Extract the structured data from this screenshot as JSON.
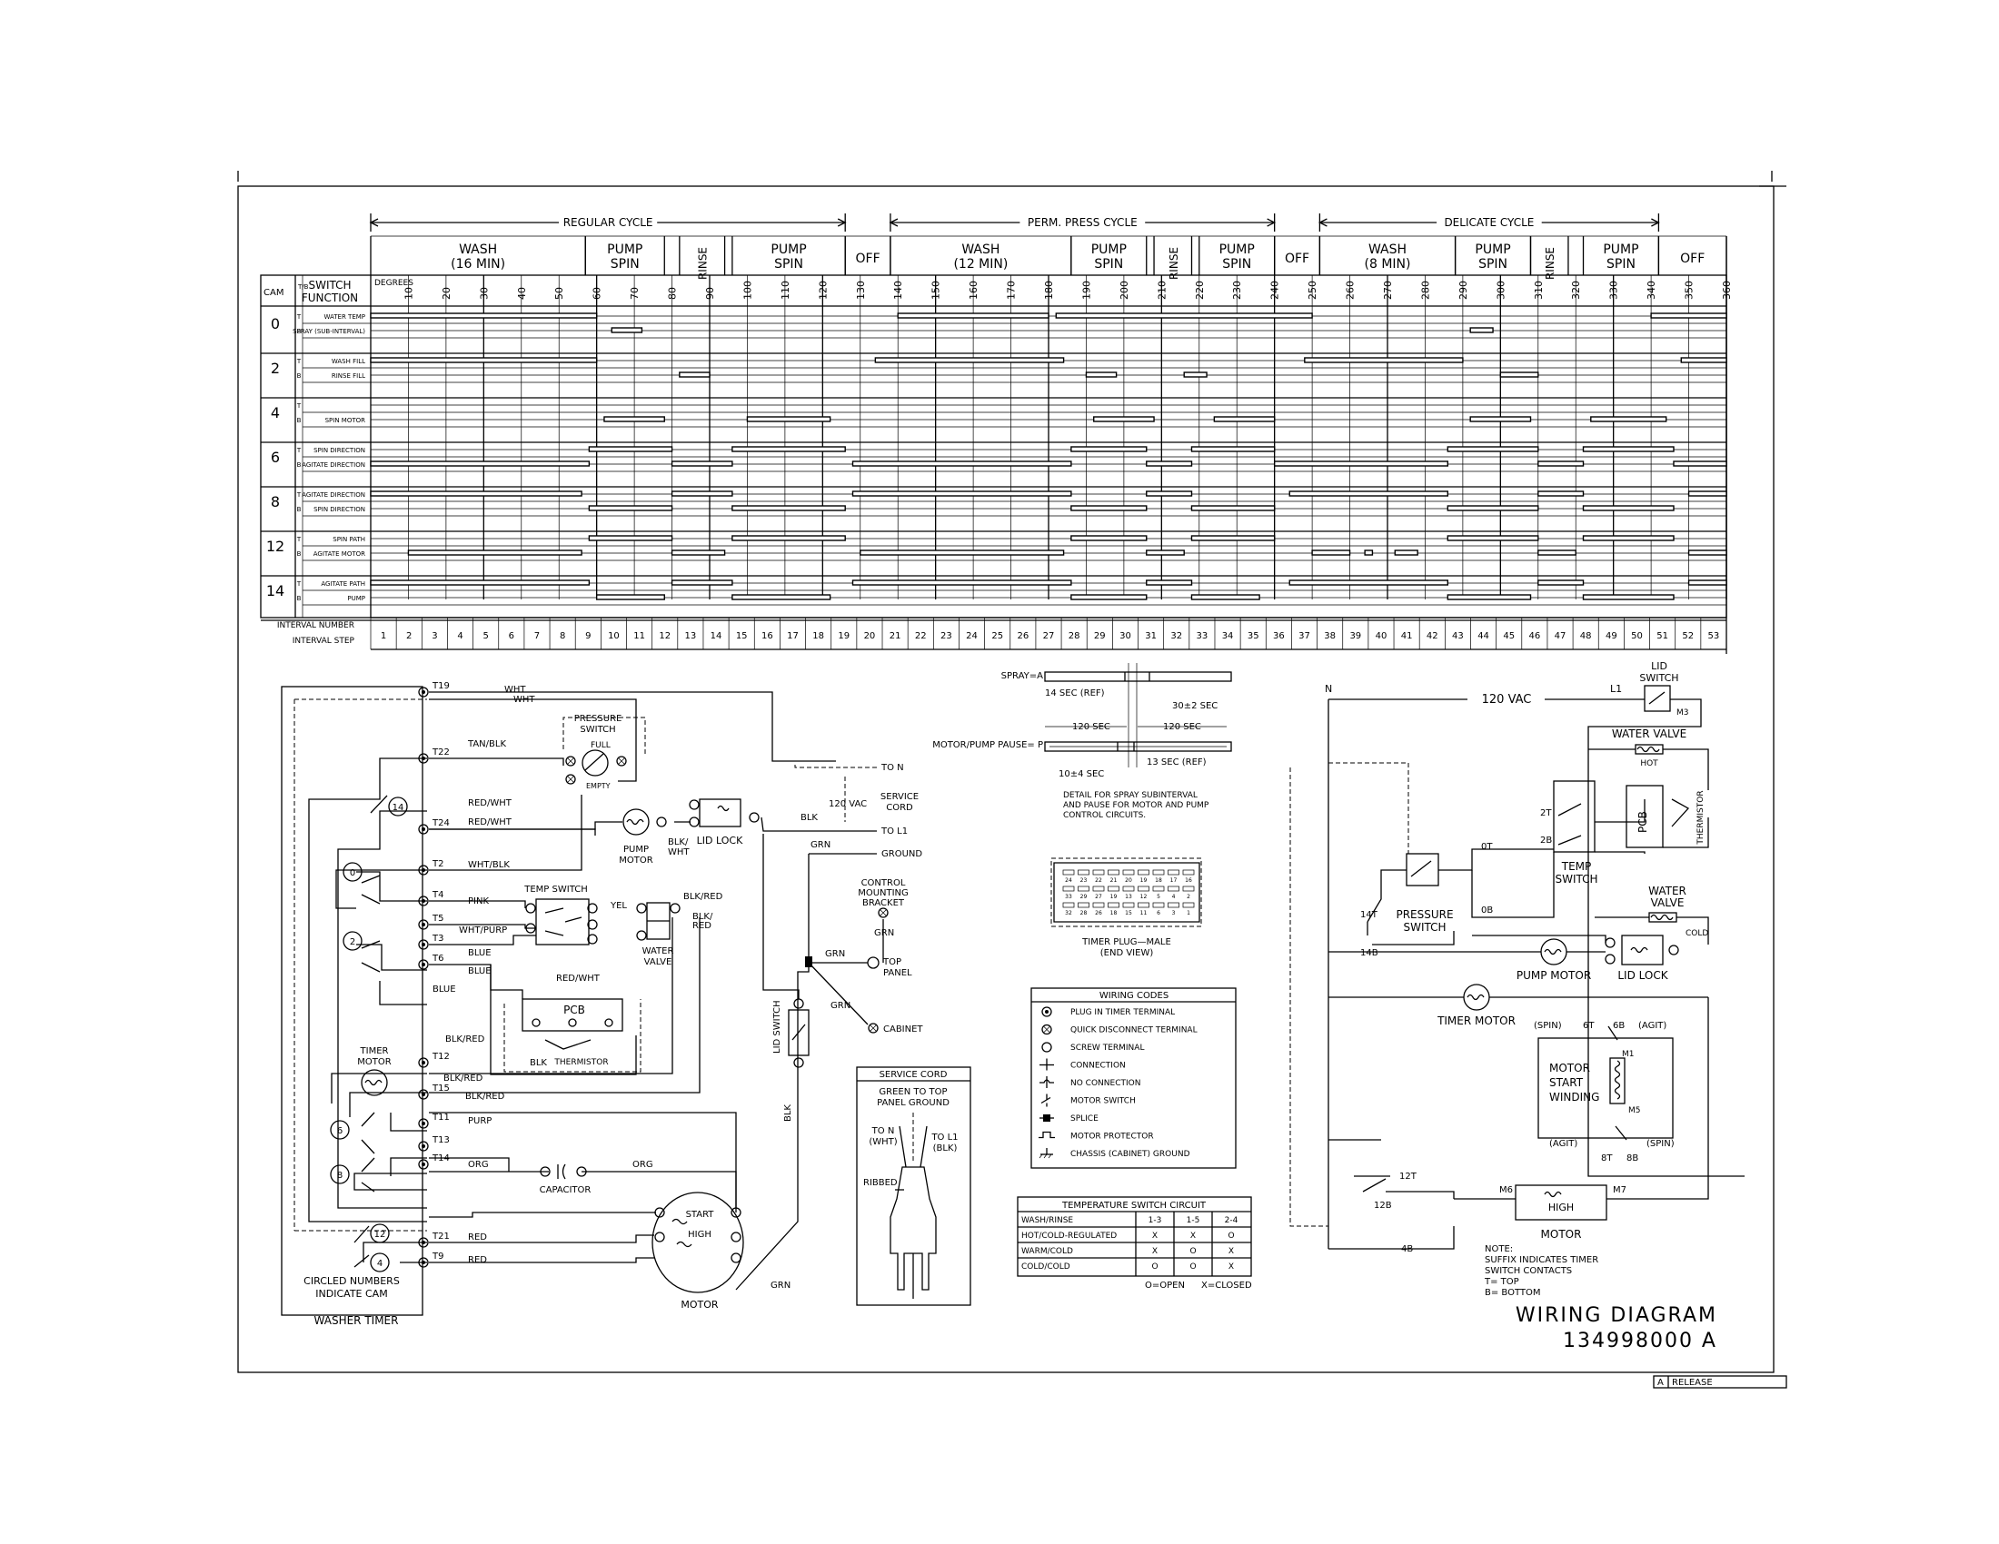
{
  "sheet": {
    "title": "WIRING DIAGRAM",
    "number": "134998000 A",
    "revision_letter": "A",
    "revision_text": "RELEASE"
  },
  "timer_chart": {
    "header_cam": "CAM",
    "header_tb": "T/B",
    "header_function_1": "SWITCH",
    "header_function_2": "FUNCTION",
    "header_degrees": "DEGREES",
    "interval_number_label": "INTERVAL NUMBER",
    "interval_step_label": "INTERVAL STEP",
    "cycles": [
      {
        "label": "REGULAR CYCLE",
        "start": 0,
        "end": 126
      },
      {
        "label": "PERM. PRESS CYCLE",
        "start": 138,
        "end": 240
      },
      {
        "label": "DELICATE CYCLE",
        "start": 252,
        "end": 342
      }
    ],
    "phases": [
      {
        "line1": "WASH",
        "line2": "(16 MIN)",
        "start": 0,
        "end": 57,
        "vertical": false
      },
      {
        "line1": "PUMP",
        "line2": "SPIN",
        "start": 57,
        "end": 78,
        "vertical": false
      },
      {
        "line1": "RINSE",
        "line2": "",
        "start": 82,
        "end": 94,
        "vertical": true
      },
      {
        "line1": "PUMP",
        "line2": "SPIN",
        "start": 96,
        "end": 126,
        "vertical": false
      },
      {
        "line1": "OFF",
        "line2": "",
        "start": 126,
        "end": 138,
        "vertical": false
      },
      {
        "line1": "WASH",
        "line2": "(12 MIN)",
        "start": 138,
        "end": 186,
        "vertical": false
      },
      {
        "line1": "PUMP",
        "line2": "SPIN",
        "start": 186,
        "end": 206,
        "vertical": false
      },
      {
        "line1": "RINSE",
        "line2": "",
        "start": 208,
        "end": 218,
        "vertical": true
      },
      {
        "line1": "PUMP",
        "line2": "SPIN",
        "start": 220,
        "end": 240,
        "vertical": false
      },
      {
        "line1": "OFF",
        "line2": "",
        "start": 240,
        "end": 252,
        "vertical": false
      },
      {
        "line1": "WASH",
        "line2": "(8 MIN)",
        "start": 252,
        "end": 288,
        "vertical": false
      },
      {
        "line1": "PUMP",
        "line2": "SPIN",
        "start": 288,
        "end": 308,
        "vertical": false
      },
      {
        "line1": "RINSE",
        "line2": "",
        "start": 308,
        "end": 318,
        "vertical": true
      },
      {
        "line1": "PUMP",
        "line2": "SPIN",
        "start": 322,
        "end": 342,
        "vertical": false
      },
      {
        "line1": "OFF",
        "line2": "",
        "start": 342,
        "end": 360,
        "vertical": false
      }
    ],
    "degree_labels": [
      "10",
      "20",
      "30",
      "40",
      "50",
      "60",
      "70",
      "80",
      "90",
      "100",
      "110",
      "120",
      "130",
      "140",
      "150",
      "160",
      "170",
      "180",
      "190",
      "200",
      "210",
      "220",
      "230",
      "240",
      "250",
      "260",
      "270",
      "280",
      "290",
      "300",
      "310",
      "320",
      "330",
      "340",
      "350",
      "360"
    ],
    "cams": [
      {
        "cam": "0",
        "rows": [
          {
            "tb": "T",
            "name": "WATER TEMP",
            "on": [
              [
                0,
                60
              ],
              [
                140,
                180
              ],
              [
                182,
                250
              ],
              [
                340,
                360
              ]
            ]
          },
          {
            "tb": "B",
            "name": "SPRAY (SUB-INTERVAL)",
            "on": [
              [
                64,
                72
              ],
              [
                292,
                298
              ]
            ]
          }
        ]
      },
      {
        "cam": "2",
        "rows": [
          {
            "tb": "T",
            "name": "WASH FILL",
            "on": [
              [
                0,
                60
              ],
              [
                134,
                184
              ],
              [
                248,
                290
              ],
              [
                348,
                360
              ]
            ]
          },
          {
            "tb": "B",
            "name": "RINSE FILL",
            "on": [
              [
                82,
                90
              ],
              [
                190,
                198
              ],
              [
                216,
                222
              ],
              [
                300,
                310
              ]
            ]
          }
        ]
      },
      {
        "cam": "4",
        "rows": [
          {
            "tb": "T",
            "name": "",
            "on": []
          },
          {
            "tb": "B",
            "name": "SPIN MOTOR",
            "on": [
              [
                62,
                78
              ],
              [
                100,
                122
              ],
              [
                192,
                208
              ],
              [
                224,
                240
              ],
              [
                292,
                308
              ],
              [
                324,
                344
              ]
            ]
          }
        ]
      },
      {
        "cam": "6",
        "rows": [
          {
            "tb": "T",
            "name": "SPIN DIRECTION",
            "on": [
              [
                58,
                80
              ],
              [
                96,
                126
              ],
              [
                186,
                206
              ],
              [
                218,
                240
              ],
              [
                286,
                310
              ],
              [
                322,
                346
              ]
            ]
          },
          {
            "tb": "B",
            "name": "AGITATE DIRECTION",
            "on": [
              [
                0,
                58
              ],
              [
                80,
                96
              ],
              [
                128,
                186
              ],
              [
                206,
                218
              ],
              [
                240,
                286
              ],
              [
                310,
                322
              ],
              [
                346,
                360
              ]
            ]
          }
        ]
      },
      {
        "cam": "8",
        "rows": [
          {
            "tb": "T",
            "name": "AGITATE DIRECTION",
            "on": [
              [
                0,
                56
              ],
              [
                80,
                96
              ],
              [
                128,
                186
              ],
              [
                206,
                218
              ],
              [
                244,
                286
              ],
              [
                310,
                322
              ],
              [
                350,
                360
              ]
            ]
          },
          {
            "tb": "B",
            "name": "SPIN DIRECTION",
            "on": [
              [
                58,
                80
              ],
              [
                96,
                126
              ],
              [
                186,
                206
              ],
              [
                218,
                240
              ],
              [
                286,
                310
              ],
              [
                322,
                346
              ]
            ]
          }
        ]
      },
      {
        "cam": "12",
        "rows": [
          {
            "tb": "T",
            "name": "SPIN PATH",
            "on": [
              [
                58,
                80
              ],
              [
                96,
                126
              ],
              [
                186,
                206
              ],
              [
                218,
                240
              ],
              [
                286,
                310
              ],
              [
                322,
                346
              ]
            ]
          },
          {
            "tb": "B",
            "name": "AGITATE MOTOR",
            "on": [
              [
                10,
                56
              ],
              [
                80,
                94
              ],
              [
                130,
                184
              ],
              [
                206,
                216
              ],
              [
                250,
                260
              ],
              [
                264,
                266
              ],
              [
                272,
                278
              ],
              [
                310,
                320
              ],
              [
                350,
                360
              ]
            ]
          }
        ]
      },
      {
        "cam": "14",
        "rows": [
          {
            "tb": "T",
            "name": "AGITATE PATH",
            "on": [
              [
                0,
                58
              ],
              [
                80,
                96
              ],
              [
                128,
                186
              ],
              [
                206,
                218
              ],
              [
                244,
                286
              ],
              [
                310,
                322
              ],
              [
                350,
                360
              ]
            ]
          },
          {
            "tb": "B",
            "name": "PUMP",
            "on": [
              [
                60,
                78
              ],
              [
                96,
                122
              ],
              [
                186,
                206
              ],
              [
                218,
                236
              ],
              [
                286,
                308
              ],
              [
                322,
                346
              ]
            ]
          }
        ]
      }
    ],
    "interval_steps": [
      "1",
      "2",
      "3",
      "4",
      "5",
      "6",
      "7",
      "8",
      "9",
      "10",
      "11",
      "12",
      "13",
      "14",
      "15",
      "16",
      "17",
      "18",
      "19",
      "20",
      "21",
      "22",
      "23",
      "24",
      "25",
      "26",
      "27",
      "28",
      "29",
      "30",
      "31",
      "32",
      "33",
      "34",
      "35",
      "36",
      "37",
      "38",
      "39",
      "40",
      "41",
      "42",
      "43",
      "44",
      "45",
      "46",
      "47",
      "48",
      "49",
      "50",
      "51",
      "52",
      "53"
    ]
  },
  "schematic": {
    "terminals": [
      "T19",
      "T22",
      "T24",
      "T2",
      "T4",
      "T5",
      "T3",
      "T6",
      "T12",
      "T15",
      "T11",
      "T13",
      "T14",
      "T21",
      "T9"
    ],
    "cam_circles": [
      "14",
      "0",
      "2",
      "6",
      "8",
      "12",
      "4"
    ],
    "wire_colors": {
      "t19": "WHT",
      "t19b": "WHT",
      "t22": "TAN/BLK",
      "t24a": "RED/WHT",
      "t24b": "RED/WHT",
      "t2": "WHT/BLK",
      "t4": "PINK",
      "t5": "WHT/PURP",
      "t3": "BLUE",
      "t6": "BLUE",
      "t6b": "BLUE",
      "redwht": "RED/WHT",
      "t12": "BLK/RED",
      "t12b": "BLK/RED",
      "t15": "BLK/RED",
      "t11": "PURP",
      "t14": "ORG",
      "t14b": "ORG",
      "t21": "RED",
      "t9": "RED",
      "yel": "YEL",
      "blkred": "BLK/RED",
      "blkred2": "BLK/",
      "blkred3": "RED",
      "blk": "BLK",
      "blk2": "BLK",
      "blkwht1": "BLK/",
      "blkwht2": "WHT",
      "grn1": "GRN",
      "grn2": "GRN",
      "grn3": "GRN",
      "grn4": "GRN",
      "grn5": "GRN",
      "blk3": "BLK"
    },
    "pressure_switch_1": "PRESSURE",
    "pressure_switch_2": "SWITCH",
    "full": "FULL",
    "empty": "EMPTY",
    "pump_motor_1": "PUMP",
    "pump_motor_2": "MOTOR",
    "lid_lock": "LID LOCK",
    "temp_switch": "TEMP SWITCH",
    "water_valve_1": "WATER",
    "water_valve_2": "VALVE",
    "pcb": "PCB",
    "thermistor": "THERMISTOR",
    "timer_motor_1": "TIMER",
    "timer_motor_2": "MOTOR",
    "capacitor": "CAPACITOR",
    "start": "START",
    "high": "HIGH",
    "motor": "MOTOR",
    "cam_note_1": "CIRCLED NUMBERS",
    "cam_note_2": "INDICATE CAM",
    "washer_timer": "WASHER TIMER",
    "to_n": "TO N",
    "to_l1": "TO L1",
    "ground": "GROUND",
    "vac": "120 VAC",
    "service_cord_1": "SERVICE",
    "service_cord_2": "CORD",
    "control_bracket_1": "CONTROL",
    "control_bracket_2": "MOUNTING",
    "control_bracket_3": "BRACKET",
    "top_panel_1": "TOP",
    "top_panel_2": "PANEL",
    "cabinet": "CABINET",
    "lid_switch": "LID SWITCH"
  },
  "spray_detail": {
    "spray": "SPRAY=A",
    "motor_pause": "MOTOR/PUMP PAUSE= P",
    "ref14": "14 SEC (REF)",
    "sec30": "30±2 SEC",
    "sec120a": "120 SEC",
    "sec120b": "120 SEC",
    "sec13": "13 SEC (REF)",
    "sec10": "10±4 SEC",
    "note_1": "DETAIL FOR SPRAY SUBINTERVAL",
    "note_2": "AND PAUSE FOR MOTOR AND PUMP",
    "note_3": "CONTROL CIRCUITS."
  },
  "timer_plug": {
    "top_row": [
      "24",
      "23",
      "22",
      "21",
      "20",
      "19",
      "18",
      "17",
      "16"
    ],
    "mid_row": [
      "33",
      "29",
      "27",
      "19",
      "13",
      "12",
      "5",
      "4",
      "2"
    ],
    "bottom_row": [
      "32",
      "28",
      "26",
      "18",
      "15",
      "11",
      "6",
      "3",
      "1"
    ],
    "caption_1": "TIMER PLUG—MALE",
    "caption_2": "(END VIEW)"
  },
  "wiring_codes": {
    "title": "WIRING CODES",
    "items": [
      "PLUG IN TIMER TERMINAL",
      "QUICK DISCONNECT TERMINAL",
      "SCREW TERMINAL",
      "CONNECTION",
      "NO CONNECTION",
      "MOTOR SWITCH",
      "SPLICE",
      "MOTOR PROTECTOR",
      "CHASSIS (CABINET) GROUND"
    ]
  },
  "service_cord": {
    "title": "SERVICE CORD",
    "line1": "GREEN TO TOP",
    "line2": "PANEL GROUND",
    "to_n_1": "TO N",
    "to_n_2": "(WHT)",
    "to_l1_1": "TO L1",
    "to_l1_2": "(BLK)",
    "ribbed": "RIBBED"
  },
  "temp_table": {
    "title": "TEMPERATURE SWITCH CIRCUIT",
    "headers": [
      "WASH/RINSE",
      "1-3",
      "1-5",
      "2-4"
    ],
    "rows": [
      [
        "HOT/COLD-REGULATED",
        "X",
        "X",
        "O"
      ],
      [
        "WARM/COLD",
        "X",
        "O",
        "X"
      ],
      [
        "COLD/COLD",
        "O",
        "O",
        "X"
      ]
    ],
    "legend_open": "O=OPEN",
    "legend_closed": "X=CLOSED"
  },
  "ladder": {
    "n": "N",
    "l1": "L1",
    "vac": "120 VAC",
    "lid_switch_1": "LID",
    "lid_switch_2": "SWITCH",
    "m3": "M3",
    "water_valve_hot_1": "WATER VALVE",
    "water_valve_hot_2": "HOT",
    "thermistor": "THERMISTOR",
    "pcb": "PCB",
    "t2t": "2T",
    "t2b": "2B",
    "temp_switch_1": "TEMP",
    "temp_switch_2": "SWITCH",
    "pressure_switch_1": "PRESSURE",
    "pressure_switch_2": "SWITCH",
    "t0t": "0T",
    "t0b": "0B",
    "t14t": "14T",
    "t14b": "14B",
    "water_valve_cold_1": "WATER",
    "water_valve_cold_2": "VALVE",
    "cold": "COLD",
    "pump_motor": "PUMP MOTOR",
    "lid_lock": "LID LOCK",
    "timer_motor": "TIMER MOTOR",
    "spin_l": "(SPIN)",
    "t6t": "6T",
    "t6b": "6B",
    "agit_r": "(AGIT)",
    "m1": "M1",
    "m5": "M5",
    "motor_start_1": "MOTOR",
    "motor_start_2": "START",
    "motor_start_3": "WINDING",
    "agit_l": "(AGIT)",
    "t8t": "8T",
    "t8b": "8B",
    "spin_r": "(SPIN)",
    "t12t": "12T",
    "t12b": "12B",
    "t4b": "4B",
    "m6": "M6",
    "m7": "M7",
    "high": "HIGH",
    "motor": "MOTOR",
    "note_1": "NOTE:",
    "note_2": "SUFFIX INDICATES TIMER",
    "note_3": "SWITCH CONTACTS",
    "note_4": "T= TOP",
    "note_5": "B= BOTTOM"
  }
}
